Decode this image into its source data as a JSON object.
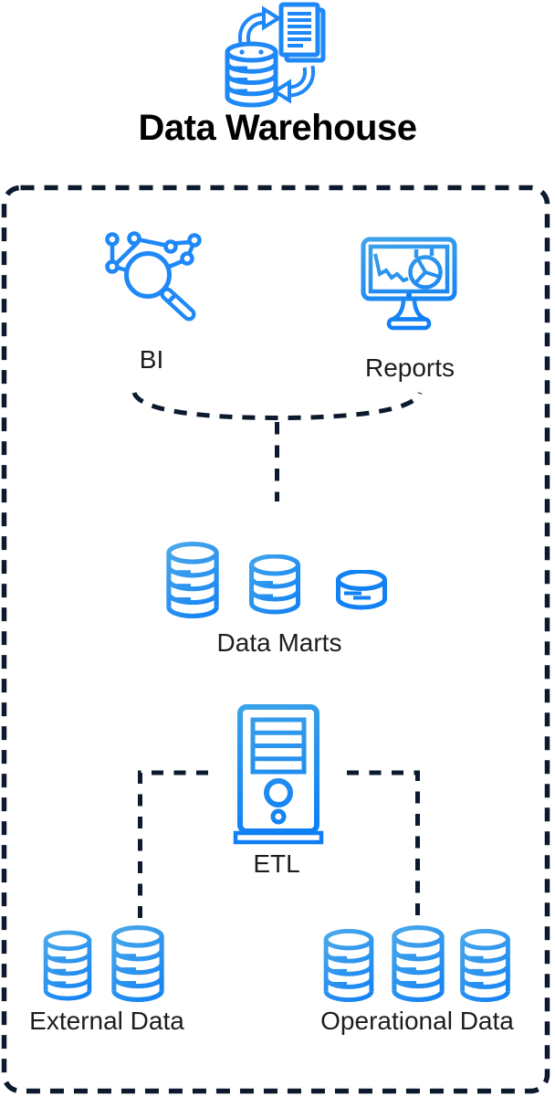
{
  "title": "Data Warehouse",
  "diagram": {
    "nodes": {
      "warehouse": {
        "label": "Data Warehouse",
        "icon": "database-sync-icon"
      },
      "bi": {
        "label": "BI",
        "icon": "network-magnifier-icon"
      },
      "reports": {
        "label": "Reports",
        "icon": "monitor-charts-icon"
      },
      "data_marts": {
        "label": "Data Marts",
        "icon": "database-stack-icons"
      },
      "etl": {
        "label": "ETL",
        "icon": "server-tower-icon"
      },
      "external": {
        "label": "External Data",
        "icon": "database-pair-icons"
      },
      "operational": {
        "label": "Operational Data",
        "icon": "database-trio-icons"
      }
    },
    "edges": [
      {
        "from": "bi",
        "to": "data_marts",
        "style": "dashed-brace"
      },
      {
        "from": "reports",
        "to": "data_marts",
        "style": "dashed-brace"
      },
      {
        "from": "etl",
        "to": "external",
        "style": "dashed-elbow"
      },
      {
        "from": "etl",
        "to": "operational",
        "style": "dashed-elbow"
      }
    ],
    "boundary": {
      "style": "dashed-rounded-rectangle",
      "color": "#0c1a2e"
    }
  },
  "colors": {
    "icon_blue": "#1e88f7",
    "gradient_light": "#4face8",
    "gradient_dark": "#0e7ef5",
    "dash_navy": "#0c1a2e",
    "label_text": "#1d1d1d",
    "title_text": "#000000"
  }
}
